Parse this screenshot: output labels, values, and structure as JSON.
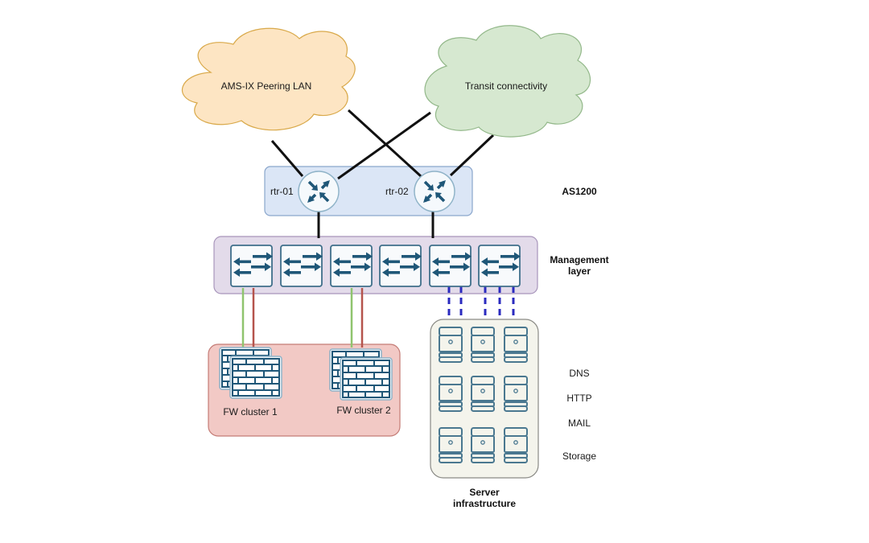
{
  "title": "Network topology diagram",
  "clouds": [
    {
      "id": "amsix",
      "label": "AMS-IX Peering LAN",
      "fill": "#fde5c3",
      "stroke": "#d9a94a"
    },
    {
      "id": "transit",
      "label": "Transit connectivity",
      "fill": "#d6e8d0",
      "stroke": "#93b88a"
    }
  ],
  "as_group": {
    "label": "AS1200",
    "fill": "#dbe6f6",
    "stroke": "#8aa6cc"
  },
  "routers": [
    {
      "id": "rtr-01",
      "label": "rtr-01"
    },
    {
      "id": "rtr-02",
      "label": "rtr-02"
    }
  ],
  "management": {
    "label_line1": "Management",
    "label_line2": "layer",
    "fill": "#e3dbea",
    "stroke": "#a895bb",
    "switch_count": 6
  },
  "firewalls": {
    "fill": "#f2c9c5",
    "stroke": "#c47c76",
    "clusters": [
      {
        "label": "FW cluster 1"
      },
      {
        "label": "FW cluster 2"
      }
    ]
  },
  "servers": {
    "label_line1": "Server",
    "label_line2": "infrastructure",
    "fill": "#f4f4ec",
    "stroke": "#8a8a85",
    "rows": 3,
    "cols": 3
  },
  "service_labels": [
    "DNS",
    "HTTP",
    "MAIL",
    "Storage"
  ],
  "colors": {
    "icon": "#1f5778",
    "link": "#111111",
    "link_green": "#8fc46e",
    "link_red": "#b5544d",
    "link_dashed": "#2b2bbf"
  }
}
